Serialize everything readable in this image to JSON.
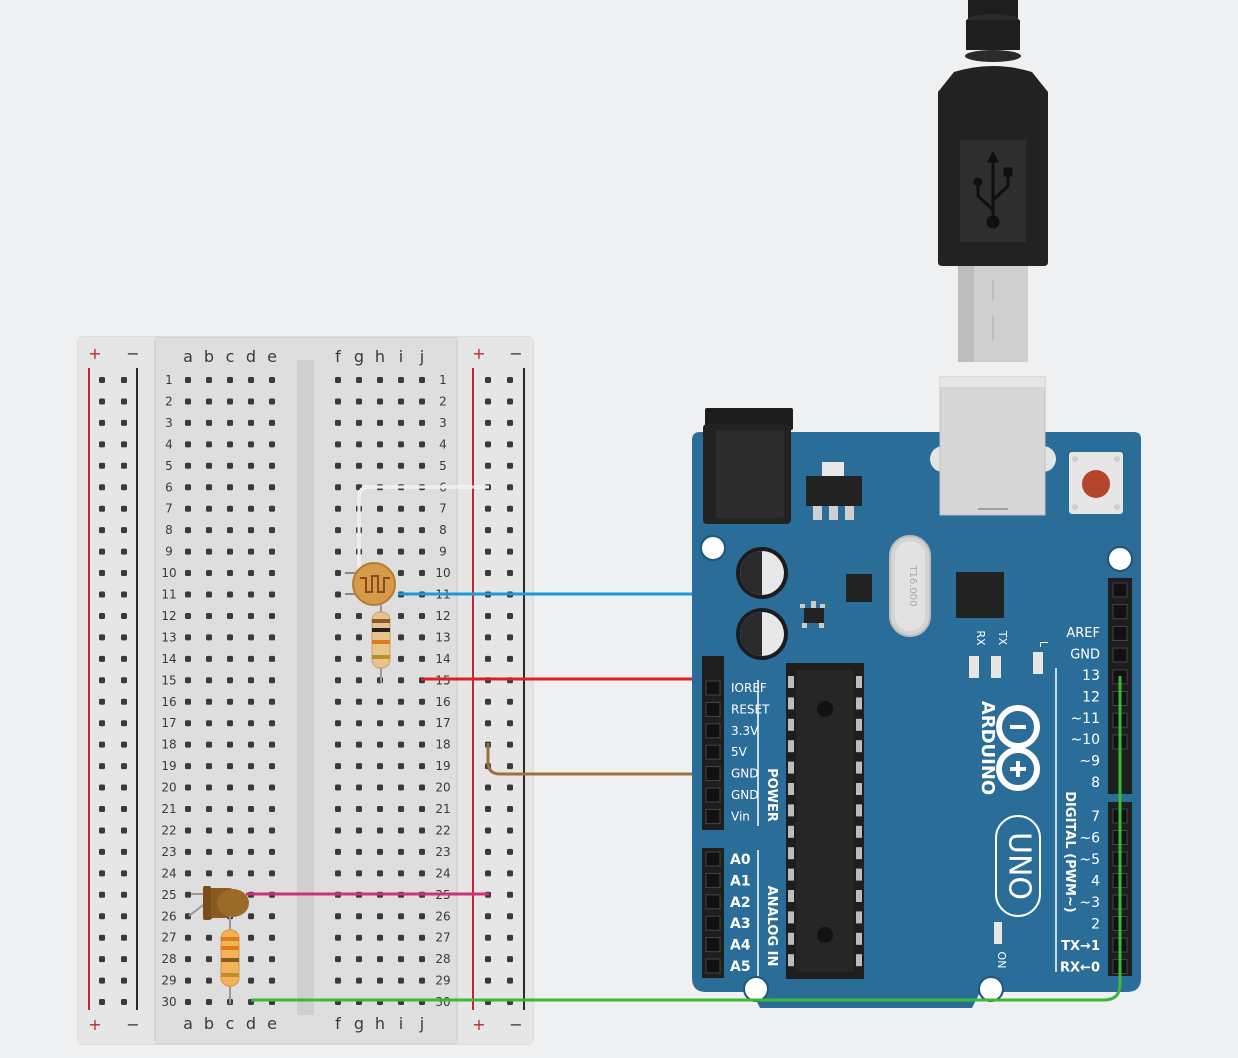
{
  "breadboard": {
    "rail_plus": "+",
    "rail_minus": "−",
    "columns_left": [
      "a",
      "b",
      "c",
      "d",
      "e"
    ],
    "columns_right": [
      "f",
      "g",
      "h",
      "i",
      "j"
    ],
    "rows": [
      "1",
      "2",
      "3",
      "4",
      "5",
      "6",
      "7",
      "8",
      "9",
      "10",
      "11",
      "12",
      "13",
      "14",
      "15",
      "16",
      "17",
      "18",
      "19",
      "20",
      "21",
      "22",
      "23",
      "24",
      "25",
      "26",
      "27",
      "28",
      "29",
      "30"
    ]
  },
  "arduino": {
    "brand": "ARDUINO",
    "model": "UNO",
    "on_label": "ON",
    "crystal_text": "T16.000",
    "rx": "RX",
    "tx": "TX",
    "l": "L",
    "power_title": "POWER",
    "analog_title": "ANALOG IN",
    "digital_title": "DIGITAL (PWM~)",
    "power_pins": [
      "IOREF",
      "RESET",
      "3.3V",
      "5V",
      "GND",
      "GND",
      "Vin"
    ],
    "analog_pins": [
      "A0",
      "A1",
      "A2",
      "A3",
      "A4",
      "A5"
    ],
    "digital_top_pins": [
      "AREF",
      "GND",
      "13",
      "12",
      "~11",
      "~10",
      "~9",
      "8"
    ],
    "digital_bottom_pins": [
      "7",
      "~6",
      "~5",
      "4",
      "~3",
      "2",
      "TX→1",
      "RX←0"
    ]
  },
  "colors": {
    "wire_white": "#ffffff",
    "wire_blue": "#1a9ad6",
    "wire_red": "#e02020",
    "wire_brown": "#a0703c",
    "wire_magenta": "#d0307a",
    "wire_green": "#3bb838",
    "board_blue": "#2b6d99",
    "breadboard": "#dcdcdc"
  }
}
